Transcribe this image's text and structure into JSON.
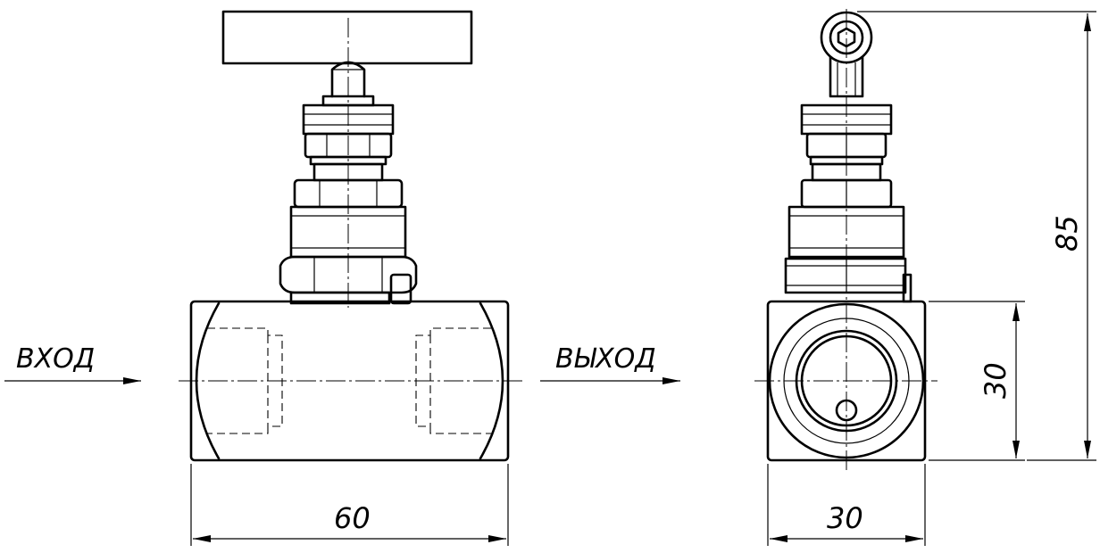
{
  "labels": {
    "inlet": "ВХОД",
    "outlet": "ВЫХОД"
  },
  "dimensions": {
    "width_front": "60",
    "width_side": "30",
    "body_height": "30",
    "total_height": "85"
  }
}
